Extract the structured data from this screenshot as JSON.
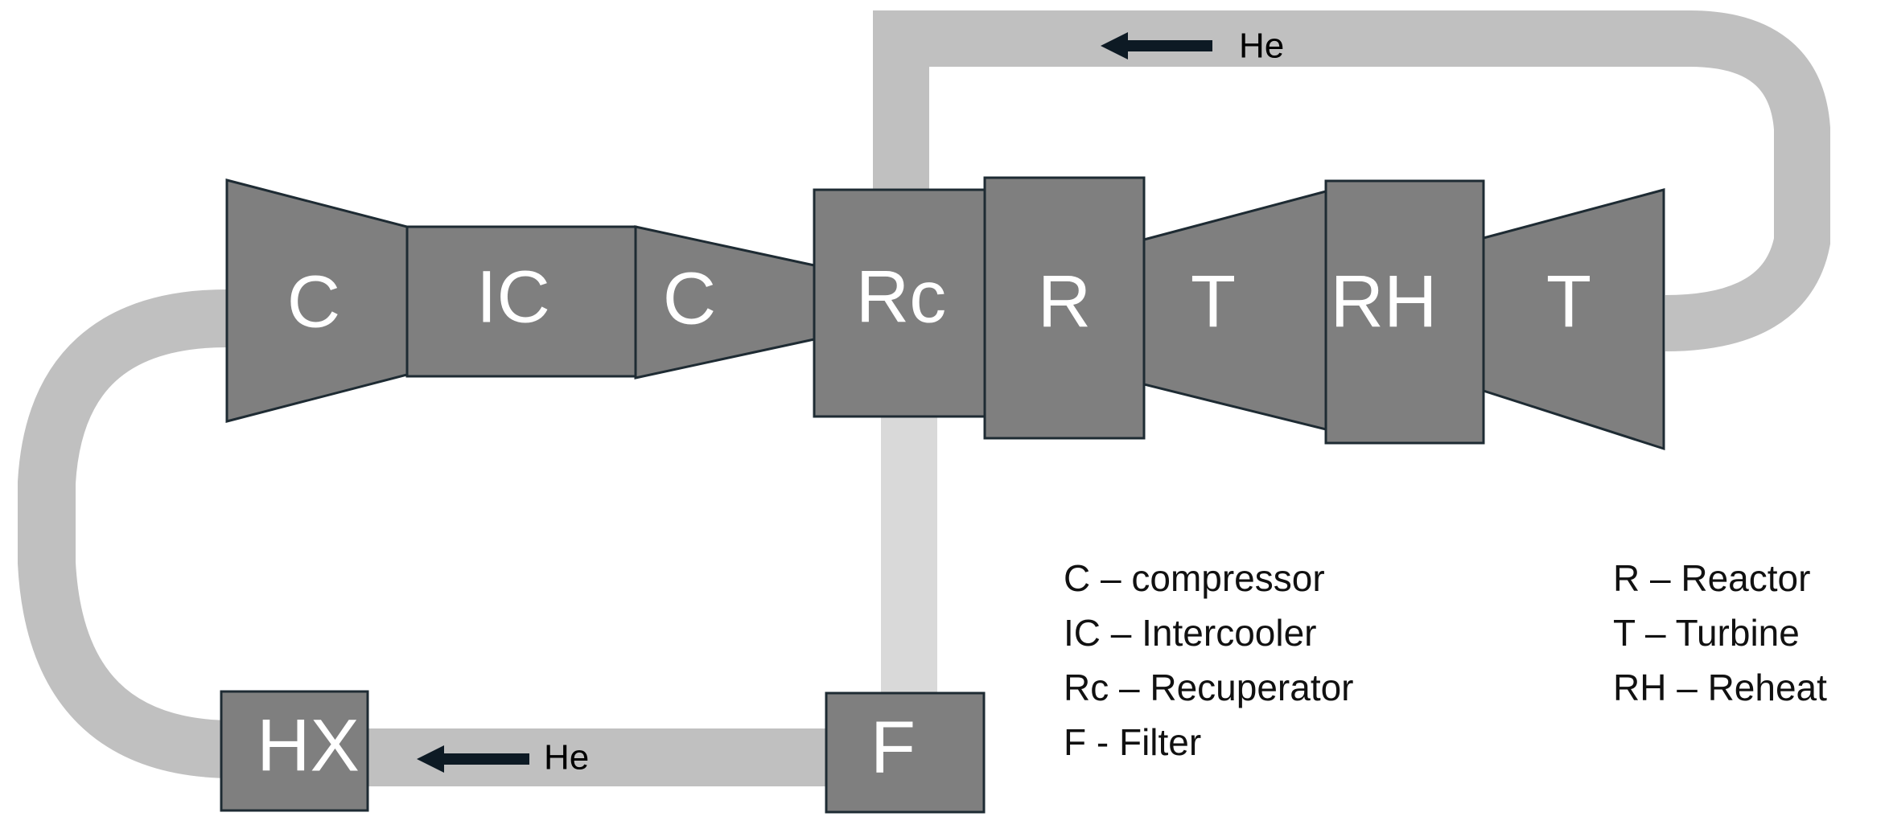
{
  "components": {
    "compressor_low": "C",
    "intercooler": "IC",
    "compressor_high": "C",
    "recuperator": "Rc",
    "reactor": "R",
    "turbine_high": "T",
    "reheat": "RH",
    "turbine_low": "T",
    "heat_exchanger": "HX",
    "filter": "F"
  },
  "flow": {
    "top_label": "He",
    "bottom_label": "He"
  },
  "legend": {
    "left": [
      "C – compressor",
      "IC – Intercooler",
      "Rc – Recuperator",
      "F - Filter"
    ],
    "right": [
      "R – Reactor",
      "T – Turbine",
      "RH – Reheat"
    ]
  },
  "colors": {
    "component_fill": "#7f7f7f",
    "component_outline": "#1e2b33",
    "pipe": "#c0c0c0",
    "arrow": "#0d1a24",
    "label_text": "#ffffff"
  }
}
